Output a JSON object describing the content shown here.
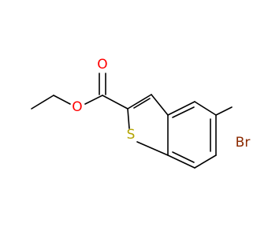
{
  "molecule": {
    "atoms": {
      "oxygen_carbonyl": "O",
      "oxygen_ester": "O",
      "sulfur": "S",
      "bromine": "Br"
    },
    "colors": {
      "bond": "#000000",
      "oxygen": "#ff0000",
      "sulfur": "#b3a400",
      "bromine": "#8b2a00"
    }
  }
}
